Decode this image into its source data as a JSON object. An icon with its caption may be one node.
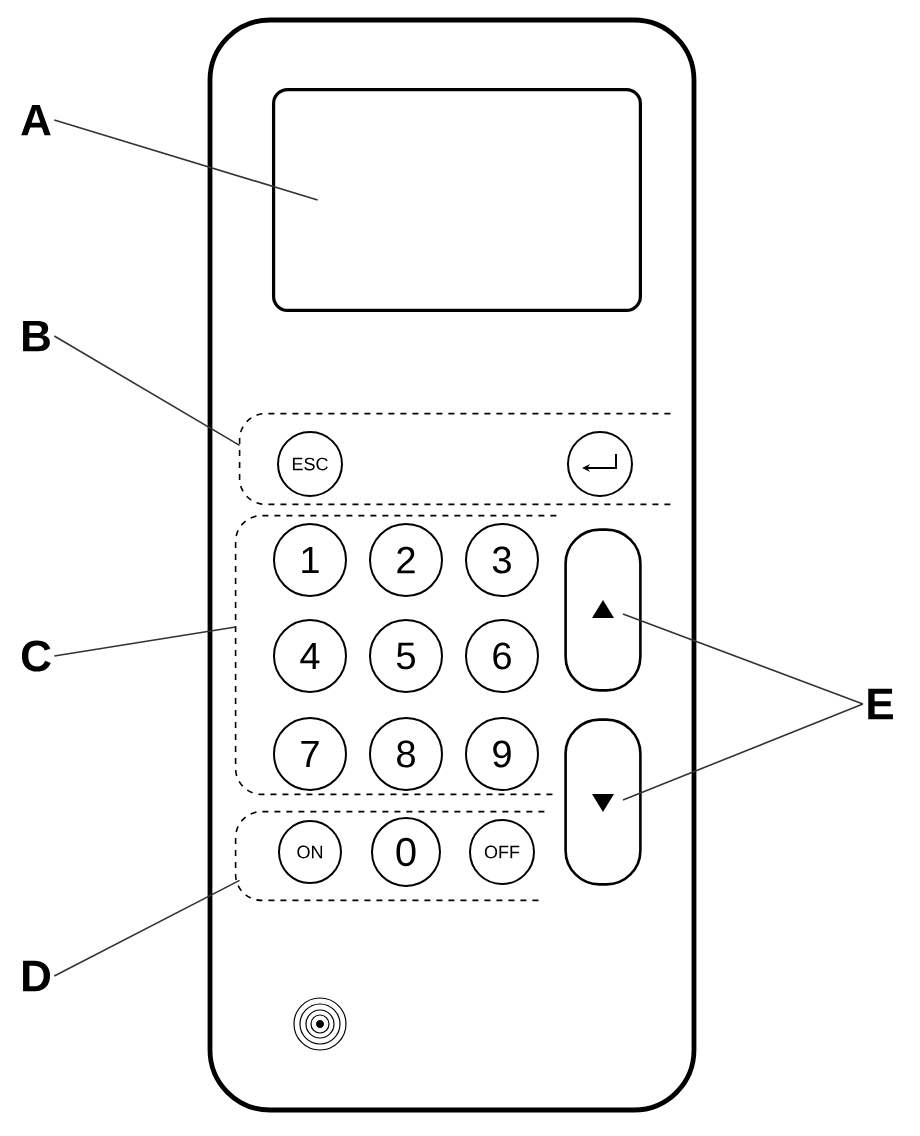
{
  "diagram": {
    "nodes": [
      {
        "text": [
          "A"
        ]
      },
      {
        "text": [
          "B"
        ]
      },
      {
        "text": [
          "C"
        ]
      },
      {
        "text": [
          "D"
        ]
      },
      {
        "text": [
          "E"
        ]
      },
      {
        "text": [],
        "shape": "box"
      },
      {
        "text": [],
        "shape": "box"
      },
      {
        "text": [
          "ESC"
        ],
        "in": 6
      },
      {
        "text": [],
        "shape": "circle",
        "in": 6
      },
      {
        "text": [],
        "shape": "box"
      },
      {
        "text": [
          "1"
        ],
        "in": 9
      },
      {
        "text": [
          "2"
        ],
        "in": 9
      },
      {
        "text": [
          "3"
        ],
        "in": 9
      },
      {
        "text": [
          "4"
        ],
        "in": 9
      },
      {
        "text": [
          "5"
        ],
        "in": 9
      },
      {
        "text": [
          "6"
        ],
        "in": 9
      },
      {
        "text": [
          "7"
        ],
        "in": 9
      },
      {
        "text": [
          "8"
        ],
        "in": 9
      },
      {
        "text": [
          "9"
        ],
        "in": 9
      },
      {
        "text": [],
        "shape": "box"
      },
      {
        "text": [
          "ON"
        ],
        "in": 19
      },
      {
        "text": [
          "0"
        ],
        "in": 19
      },
      {
        "text": [
          "OFF"
        ],
        "in": 19
      },
      {
        "text": [],
        "shape": "box"
      },
      {
        "text": [],
        "shape": "box"
      }
    ],
    "edges": [
      {
        "from": 0,
        "to": 5,
        "arrow": "none"
      },
      {
        "from": 1,
        "to": 6,
        "arrow": "none"
      },
      {
        "from": 2,
        "to": 9,
        "arrow": "none"
      },
      {
        "from": 3,
        "to": 19,
        "arrow": "none"
      },
      {
        "from": 4,
        "to": 23,
        "arrow": "none"
      },
      {
        "from": 4,
        "to": 24,
        "arrow": "none"
      }
    ]
  }
}
